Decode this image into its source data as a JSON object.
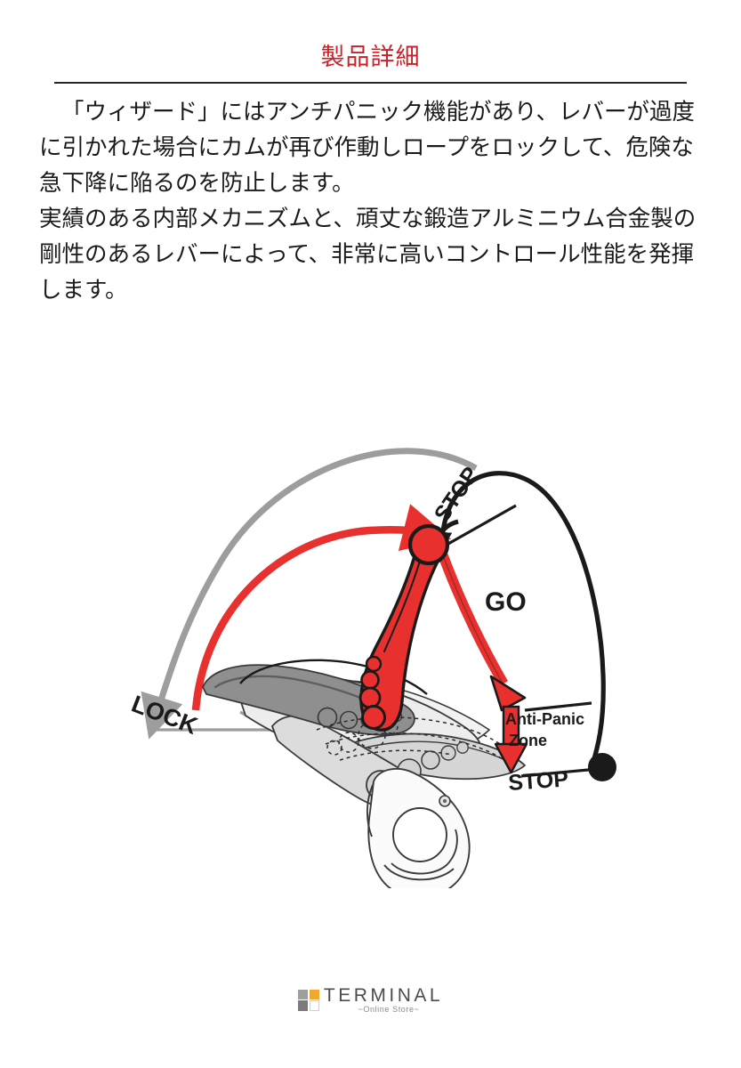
{
  "header": {
    "title": "製品詳細",
    "title_color": "#cc2029",
    "rule_color": "#262626"
  },
  "body": {
    "paragraphs": [
      "「ウィザード」にはアンチパニック機能があり、レバーが過度に引かれた場合にカムが再び作動しロープをロックして、危険な急下降に陥るのを防止します。",
      "実績のある内部メカニズムと、頑丈な鍛造アルミニウム合金製の剛性のあるレバーによって、非常に高いコントロール性能を発揮します。"
    ]
  },
  "diagram": {
    "name": "descender-anti-panic-lever-diagram",
    "labels": {
      "lock": "LOCK",
      "stop_top": "STOP",
      "go": "GO",
      "anti_panic_zone_line1": "Anti-Panic",
      "anti_panic_zone_line2": "Zone",
      "stop_bottom": "STOP"
    },
    "colors": {
      "red": "#e8312f",
      "black": "#1a1a1a",
      "gray_arc": "#9d9d9d",
      "device_dark_gray": "#8c8c8c",
      "device_light_gray": "#d4d4d4",
      "device_pale_gray": "#ededed",
      "outline": "#3b3b3b"
    }
  },
  "footer": {
    "logo_word": "TERMINAL",
    "logo_sub": "~Online Store~",
    "logo_colors": {
      "top_left": "#9e9e9e",
      "top_right": "#f0a830",
      "bottom_left": "#7a7a7a",
      "bottom_right": "#ffffff",
      "word": "#4d4d4d",
      "sub": "#8a8a8a"
    }
  }
}
